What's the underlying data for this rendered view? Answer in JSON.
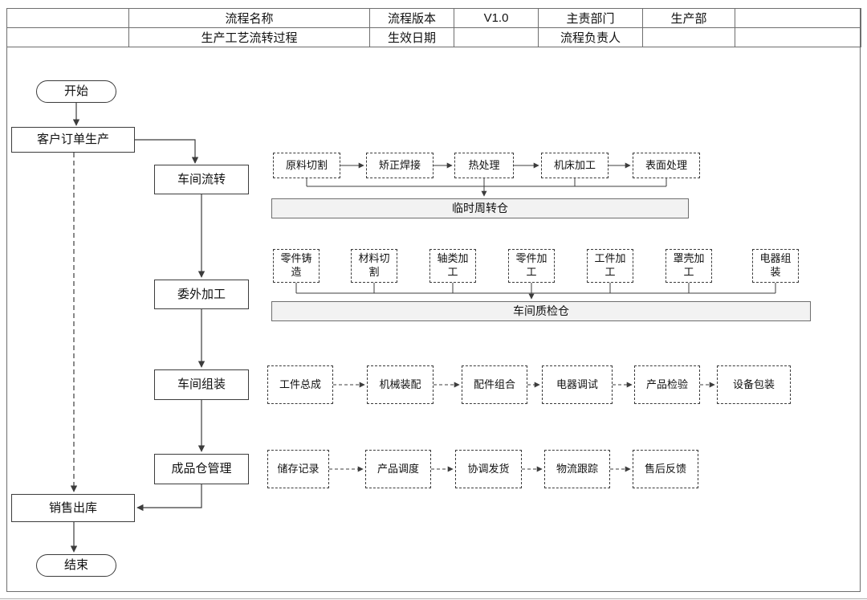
{
  "header": {
    "process_name_label": "流程名称",
    "version_label": "流程版本",
    "version_value": "V1.0",
    "dept_label": "主责部门",
    "dept_value": "生产部",
    "process_title": "生产工艺流转过程",
    "effective_date_label": "生效日期",
    "effective_date_value": "",
    "owner_label": "流程负责人",
    "owner_value": ""
  },
  "main_flow": {
    "start": "开始",
    "customer_order": "客户订单生产",
    "workshop_transfer": "车间流转",
    "outsourcing": "委外加工",
    "workshop_assembly": "车间组装",
    "finished_goods": "成品仓管理",
    "sales_outbound": "销售出库",
    "end": "结束"
  },
  "lanes": {
    "workshop_transfer_steps": [
      "原料切割",
      "矫正焊接",
      "热处理",
      "机床加工",
      "表面处理"
    ],
    "temp_warehouse": "临时周转仓",
    "outsourcing_steps": [
      "零件铸造",
      "材料切割",
      "轴类加工",
      "零件加工",
      "工件加工",
      "罩壳加工",
      "电器组装"
    ],
    "qc_warehouse": "车间质检仓",
    "assembly_steps": [
      "工件总成",
      "机械装配",
      "配件组合",
      "电器调试",
      "产品检验",
      "设备包装"
    ],
    "warehouse_steps": [
      "储存记录",
      "产品调度",
      "协调发货",
      "物流跟踪",
      "售后反馈"
    ]
  },
  "colors": {
    "line": "#3c3c3c",
    "border": "#6e6e6e",
    "collector_fill": "#f2f2f2",
    "background": "#ffffff",
    "text": "#111111"
  }
}
